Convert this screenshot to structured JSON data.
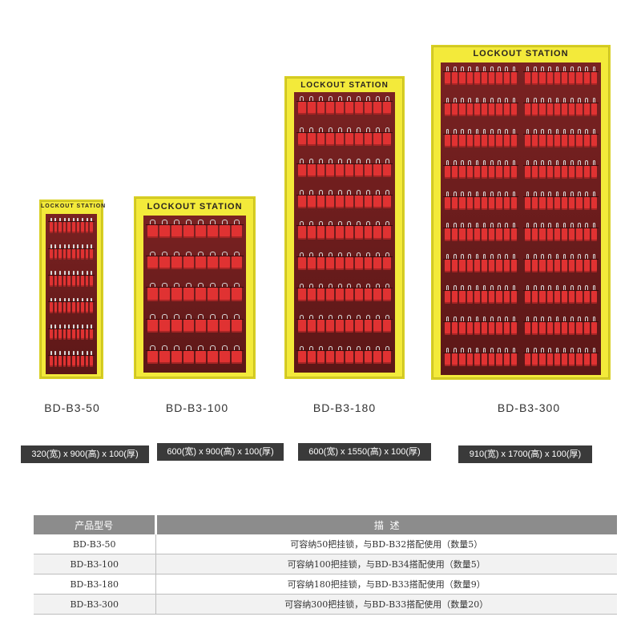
{
  "stations": [
    {
      "title": "LOCKOUT STATION",
      "subtitle": "PADLOCK STATION",
      "model": "BD-B3-50",
      "dimensions": "320(宽) x 900(高) x 100(厚)",
      "capacity": 50,
      "columns": 1,
      "rows": 6,
      "locks_per_group": 5
    },
    {
      "title": "LOCKOUT STATION",
      "subtitle": "PADLOCK STATION",
      "model": "BD-B3-100",
      "dimensions": "600(宽) x 900(高) x 100(厚)",
      "capacity": 100,
      "columns": 1,
      "rows": 5,
      "locks_per_group": 4
    },
    {
      "title": "LOCKOUT STATION",
      "subtitle": "PADLOCK STATION",
      "model": "BD-B3-180",
      "dimensions": "600(宽) x 1550(高) x 100(厚)",
      "capacity": 180,
      "columns": 1,
      "rows": 9,
      "locks_per_group": 5
    },
    {
      "title": "LOCKOUT STATION",
      "subtitle": "",
      "model": "BD-B3-300",
      "dimensions": "910(宽) x 1700(高) x 100(厚)",
      "capacity": 300,
      "columns": 2,
      "rows": 10,
      "locks_per_group": 5
    }
  ],
  "table": {
    "headers": [
      "产品型号",
      "描  述"
    ],
    "rows": [
      [
        "BD-B3-50",
        "可容纳50把挂锁，与BD-B32搭配使用（数量5）"
      ],
      [
        "BD-B3-100",
        "可容纳100把挂锁，与BD-B34搭配使用（数量5）"
      ],
      [
        "BD-B3-180",
        "可容纳180把挂锁，与BD-B33搭配使用（数量9）"
      ],
      [
        "BD-B3-300",
        "可容纳300把挂锁，与BD-B33搭配使用（数量20）"
      ]
    ]
  },
  "colors": {
    "frame": "#f3ea3a",
    "panel": "#6b1c1c",
    "lock_body": "#e03232",
    "badge": "#3a3a3a",
    "table_header": "#8c8c8c"
  }
}
